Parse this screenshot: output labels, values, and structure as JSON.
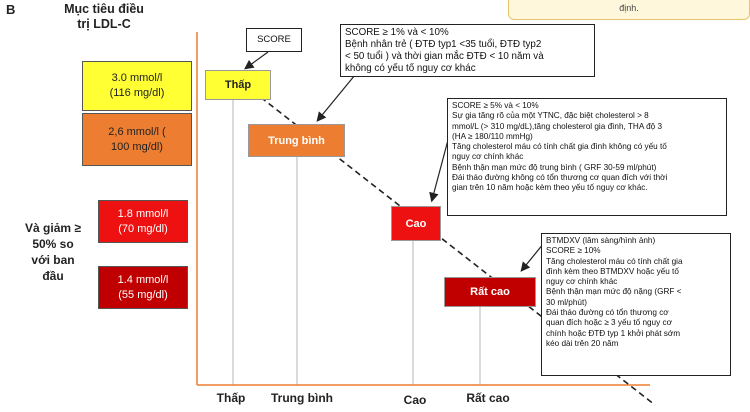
{
  "panel_letter": "B",
  "header": {
    "title_line1": "Mục tiêu điều",
    "title_line2": "trị LDL-C"
  },
  "top_right_note": "định.",
  "targets": [
    {
      "line1": "3.0 mmol/l",
      "line2": "(116 mg/dl)",
      "color": "#ffff33",
      "text_color": "#222222"
    },
    {
      "line1": "2,6 mmol/l (",
      "line2": "100 mg/dl)",
      "color": "#ed7d31",
      "text_color": "#222222"
    },
    {
      "line1": "1.8 mmol/l",
      "line2": "(70 mg/dl)",
      "color": "#ee1111",
      "text_color": "#ffffff"
    },
    {
      "line1": "1.4 mmol/l",
      "line2": "(55 mg/dl)",
      "color": "#c00000",
      "text_color": "#ffffff"
    }
  ],
  "reduce_label": {
    "line1": "Và giảm ≥",
    "line2": "50% so",
    "line3": "với ban",
    "line4": "đầu"
  },
  "levels": [
    {
      "label": "Thấp",
      "color": "#ffff33",
      "text_color": "#222222"
    },
    {
      "label": "Trung bình",
      "color": "#ed7d31",
      "text_color": "#ffffff"
    },
    {
      "label": "Cao",
      "color": "#ee1111",
      "text_color": "#ffffff"
    },
    {
      "label": "Rất cao",
      "color": "#c00000",
      "text_color": "#ffffff"
    }
  ],
  "score_box": "SCORE",
  "notes": {
    "moderate": [
      "SCORE ≥ 1% và < 10%",
      "Bệnh nhân trẻ ( ĐTĐ typ1 <35 tuổi, ĐTĐ typ2",
      "< 50 tuổi ) và thời gian mắc ĐTĐ < 10 năm và",
      "không có yếu tố nguy cơ khác"
    ],
    "high": [
      "SCORE ≥ 5% và < 10%",
      "Sự gia tăng rõ của một YTNC, đặc biệt cholesterol > 8",
      "mmol/L (> 310 mg/dL),tăng cholesterol gia đình, THA độ 3",
      "(HA ≥ 180/110 mmHg)",
      "Tăng cholesterol máu có tính chất gia đình không có yếu tố",
      "nguy cơ chính khác",
      "Bệnh thận mạn mức độ trung bình ( GRF 30-59 ml/phút)",
      "Đái tháo đường không có tổn thương cơ quan đích với thời",
      "gian trên 10 năm hoặc kèm theo yếu tố nguy cơ khác."
    ],
    "very_high": [
      "BTMDXV (lâm sàng/hình ảnh)",
      "SCORE ≥ 10%",
      "Tăng cholesterol máu có tính chất gia",
      "đình kèm theo BTMDXV hoặc yếu tố",
      "nguy cơ chính khác",
      "Bệnh thận mạn mức độ nặng (GRF <",
      "30 ml/phút)",
      "Đái tháo đường có tổn thương cơ",
      "quan đích hoặc ≥ 3 yếu tố nguy cơ",
      "chính hoặc ĐTĐ typ 1 khởi phát sớm",
      "kéo dài trên 20 năm"
    ]
  },
  "x_axis_labels": [
    "Thấp",
    "Trung bình",
    "Cao",
    "Rất cao"
  ],
  "colors": {
    "axis": "#ed7d31",
    "dash": "#222222"
  }
}
